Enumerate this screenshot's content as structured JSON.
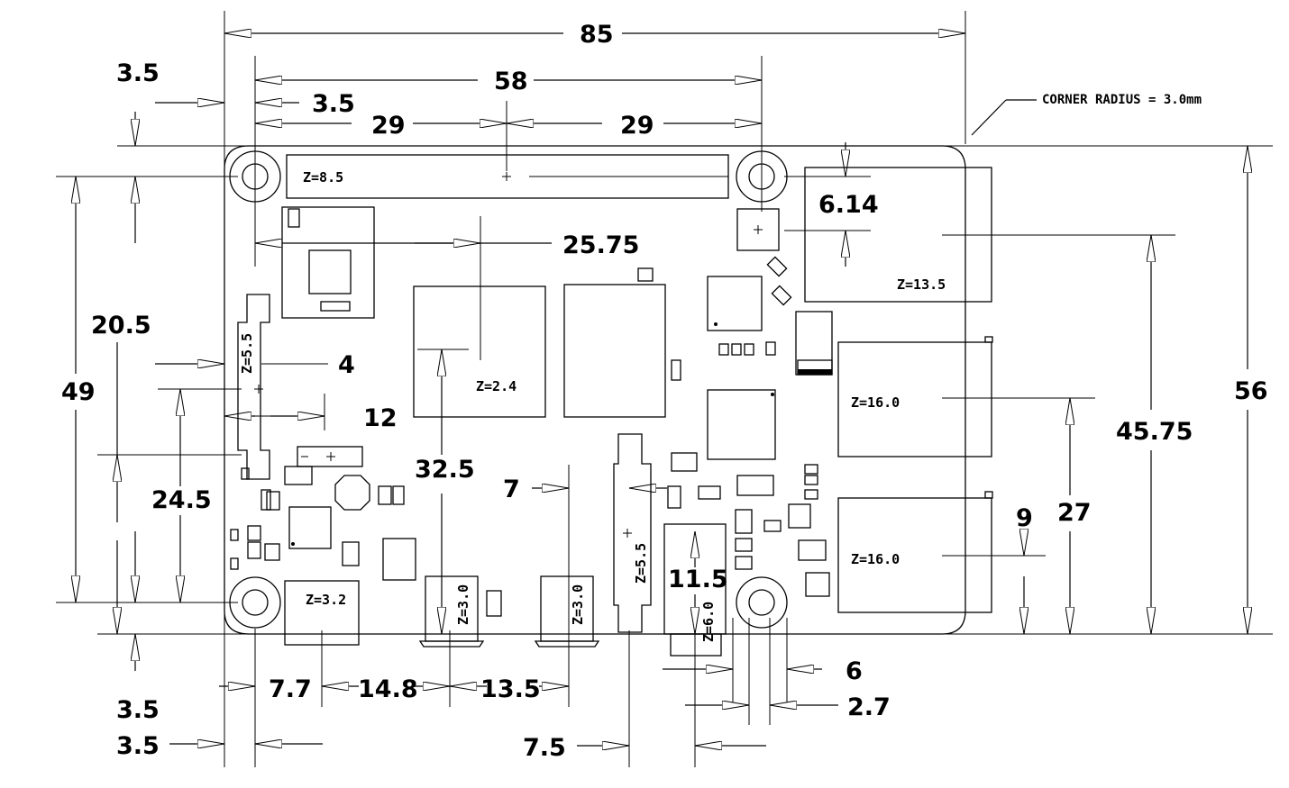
{
  "dimensions": {
    "overall_width": "85",
    "hole_spacing_x": "58",
    "hole_offset_top_left": "3.5",
    "hole_offset_inner": "3.5",
    "header_half_left": "29",
    "header_half_right": "29",
    "wifi_offset": "25.75",
    "usb_top_offset": "6.14",
    "height_56": "56",
    "height_49": "49",
    "height_20_5": "20.5",
    "left_4": "4",
    "left_12": "12",
    "left_24_5": "24.5",
    "mid_32_5": "32.5",
    "mid_7": "7",
    "eth_45_75": "45.75",
    "usb_27": "27",
    "usb_9": "9",
    "jack_11_5": "11.5",
    "bottom_3_5_a": "3.5",
    "bottom_3_5_b": "3.5",
    "bottom_7_7": "7.7",
    "bottom_14_8": "14.8",
    "bottom_13_5": "13.5",
    "bottom_7_5": "7.5",
    "bottom_6": "6",
    "bottom_2_7": "2.7"
  },
  "notes": {
    "corner_radius": "CORNER RADIUS = 3.0mm"
  },
  "z_labels": {
    "gpio": "Z=8.5",
    "usb_top": "Z=13.5",
    "eth_1": "Z=16.0",
    "eth_2": "Z=16.0",
    "soc": "Z=2.4",
    "display": "Z=5.5",
    "camera": "Z=5.5",
    "usbc": "Z=3.2",
    "hdmi_1": "Z=3.0",
    "hdmi_2": "Z=3.0",
    "audio": "Z=6.0"
  }
}
